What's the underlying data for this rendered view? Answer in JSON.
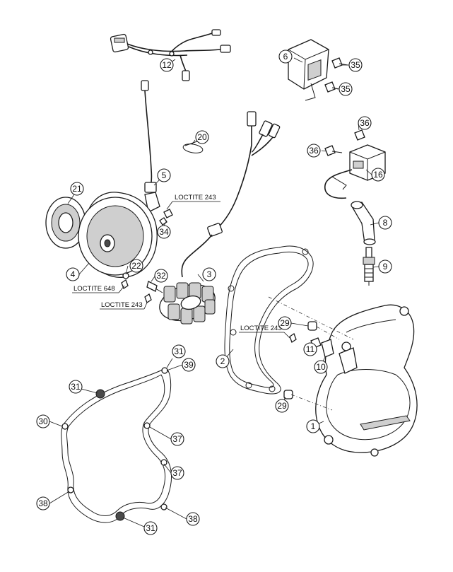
{
  "callouts": [
    {
      "id": "c1",
      "label": "1"
    },
    {
      "id": "c2",
      "label": "2"
    },
    {
      "id": "c3",
      "label": "3"
    },
    {
      "id": "c4",
      "label": "4"
    },
    {
      "id": "c5",
      "label": "5"
    },
    {
      "id": "c6",
      "label": "6"
    },
    {
      "id": "c8",
      "label": "8"
    },
    {
      "id": "c9",
      "label": "9"
    },
    {
      "id": "c10",
      "label": "10"
    },
    {
      "id": "c11",
      "label": "11"
    },
    {
      "id": "c12",
      "label": "12"
    },
    {
      "id": "c16",
      "label": "16"
    },
    {
      "id": "c20",
      "label": "20"
    },
    {
      "id": "c21",
      "label": "21"
    },
    {
      "id": "c22",
      "label": "22"
    },
    {
      "id": "c29a",
      "label": "29"
    },
    {
      "id": "c29b",
      "label": "29"
    },
    {
      "id": "c30",
      "label": "30"
    },
    {
      "id": "c31a",
      "label": "31"
    },
    {
      "id": "c31b",
      "label": "31"
    },
    {
      "id": "c31c",
      "label": "31"
    },
    {
      "id": "c32",
      "label": "32"
    },
    {
      "id": "c34",
      "label": "34"
    },
    {
      "id": "c35a",
      "label": "35"
    },
    {
      "id": "c35b",
      "label": "35"
    },
    {
      "id": "c36a",
      "label": "36"
    },
    {
      "id": "c36b",
      "label": "36"
    },
    {
      "id": "c37a",
      "label": "37"
    },
    {
      "id": "c37b",
      "label": "37"
    },
    {
      "id": "c38a",
      "label": "38"
    },
    {
      "id": "c38b",
      "label": "38"
    },
    {
      "id": "c39",
      "label": "39"
    }
  ],
  "notes": {
    "loctite_243_top": "LOCTITE 243",
    "loctite_648": "LOCTITE 648",
    "loctite_243_left": "LOCTITE 243",
    "loctite_243_cover": "LOCTITE 243"
  },
  "colors": {
    "line": "#1a1a1a",
    "background": "#ffffff"
  }
}
